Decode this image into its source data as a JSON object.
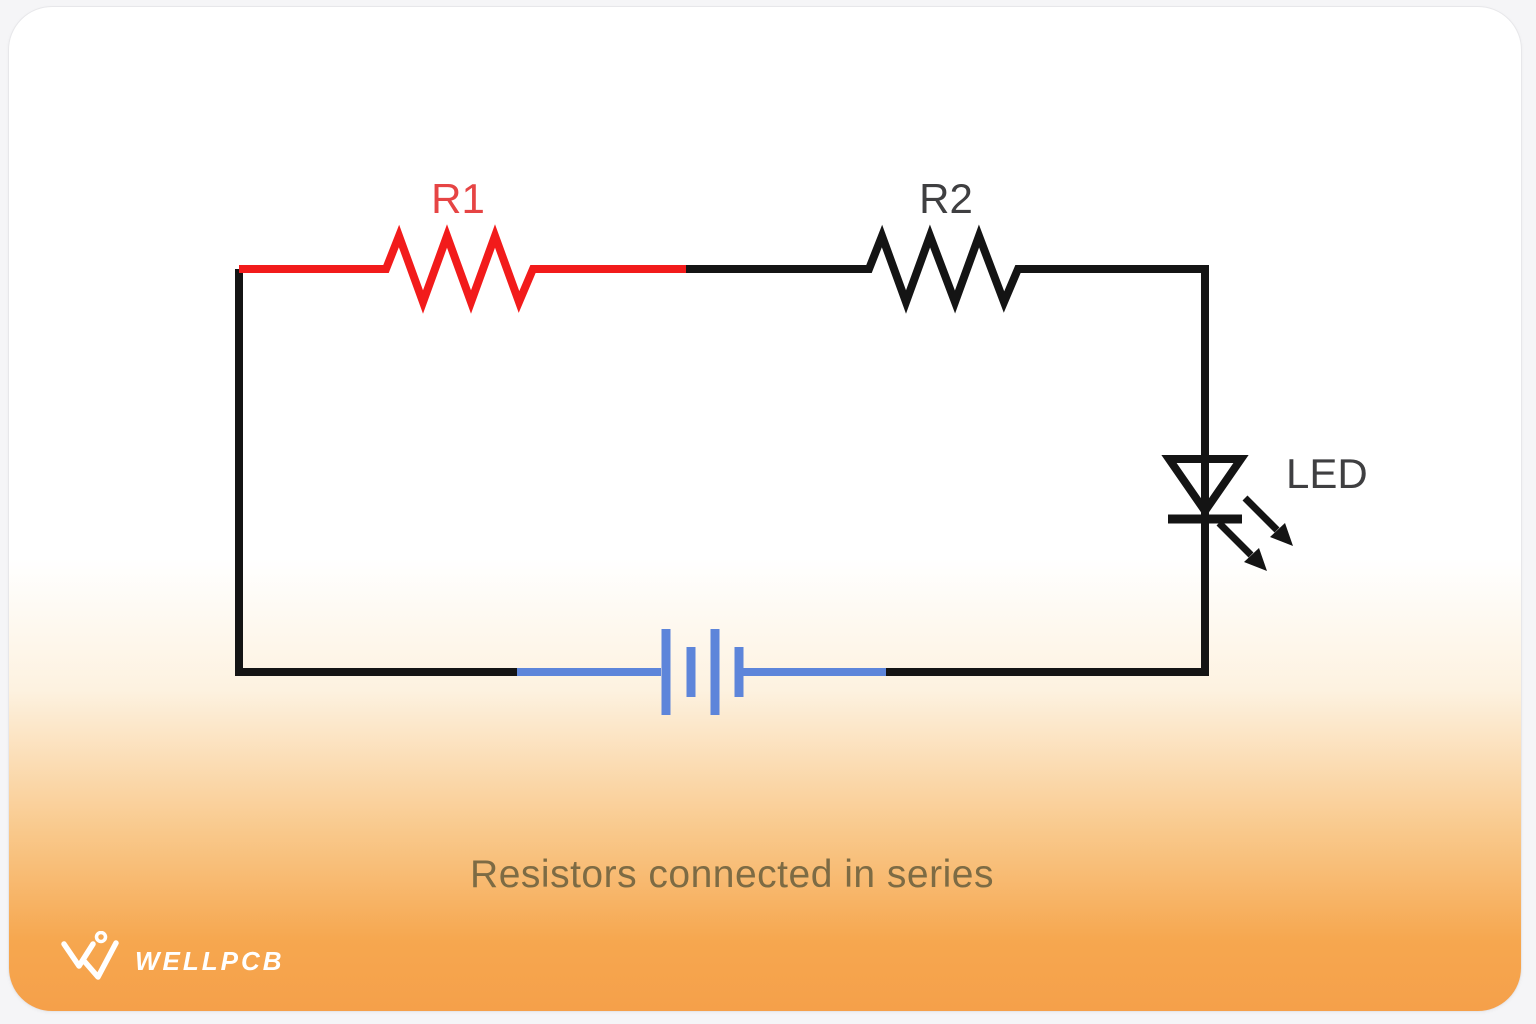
{
  "diagram": {
    "caption": "Resistors connected in series",
    "labels": {
      "r1": "R1",
      "r2": "R2",
      "led": "LED"
    },
    "components": [
      {
        "name": "resistor R1",
        "style": "zigzag",
        "color_hint": "red"
      },
      {
        "name": "resistor R2",
        "style": "zigzag",
        "color_hint": "black"
      },
      {
        "name": "LED with light-emission arrows",
        "color_hint": "black"
      },
      {
        "name": "battery (two cells, long-short-long-short plates)",
        "color_hint": "blue"
      }
    ]
  },
  "colors": {
    "r1_wire": "#f21b1b",
    "r1_label": "#e64444",
    "wire_black": "#141414",
    "battery_blue": "#5d85da",
    "label_dark": "#3f3f41",
    "caption_text": "#7d6b44",
    "gradient_orange": "#f6a54d",
    "logo_white": "#ffffff"
  },
  "branding": {
    "logo_text": "WELLPCB",
    "logo_icon": "w-logo-icon"
  }
}
